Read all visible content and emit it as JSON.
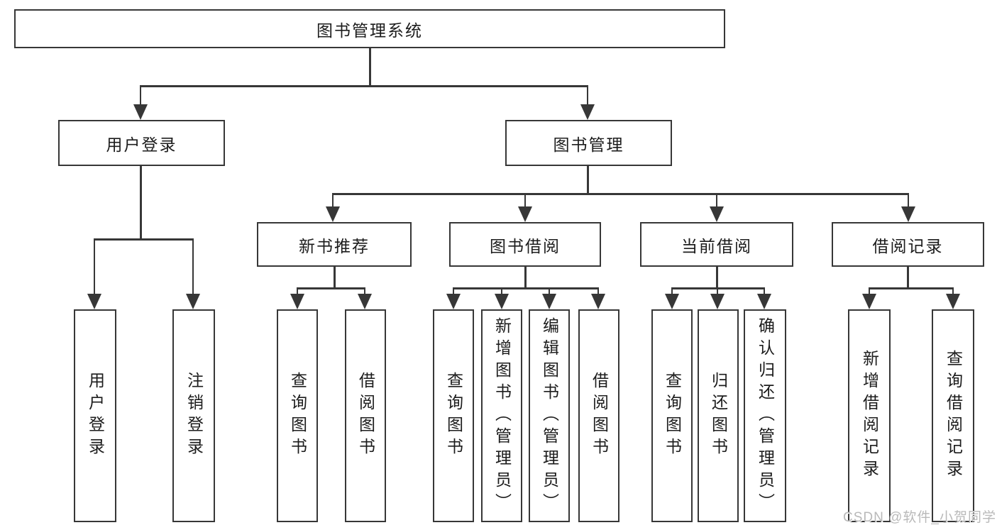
{
  "colors": {
    "background": "#ffffff",
    "line": "#373737",
    "box_border": "#373737",
    "text": "#1c1c1c",
    "watermark": "#b9b9b9"
  },
  "watermark": "CSDN @软件_小贺同学",
  "tree": {
    "root": {
      "label": "图书管理系统",
      "children": [
        {
          "label": "用户登录",
          "children": [
            {
              "label": "用户登录"
            },
            {
              "label": "注销登录"
            }
          ]
        },
        {
          "label": "图书管理",
          "children": [
            {
              "label": "新书推荐",
              "children": [
                {
                  "label": "查询图书"
                },
                {
                  "label": "借阅图书"
                }
              ]
            },
            {
              "label": "图书借阅",
              "children": [
                {
                  "label": "查询图书"
                },
                {
                  "label": "新增图书（管理员）"
                },
                {
                  "label": "编辑图书（管理员）"
                },
                {
                  "label": "借阅图书"
                }
              ]
            },
            {
              "label": "当前借阅",
              "children": [
                {
                  "label": "查询图书"
                },
                {
                  "label": "归还图书"
                },
                {
                  "label": "确认归还（管理员）"
                }
              ]
            },
            {
              "label": "借阅记录",
              "children": [
                {
                  "label": "新增借阅记录"
                },
                {
                  "label": "查询借阅记录"
                }
              ]
            }
          ]
        }
      ]
    }
  }
}
